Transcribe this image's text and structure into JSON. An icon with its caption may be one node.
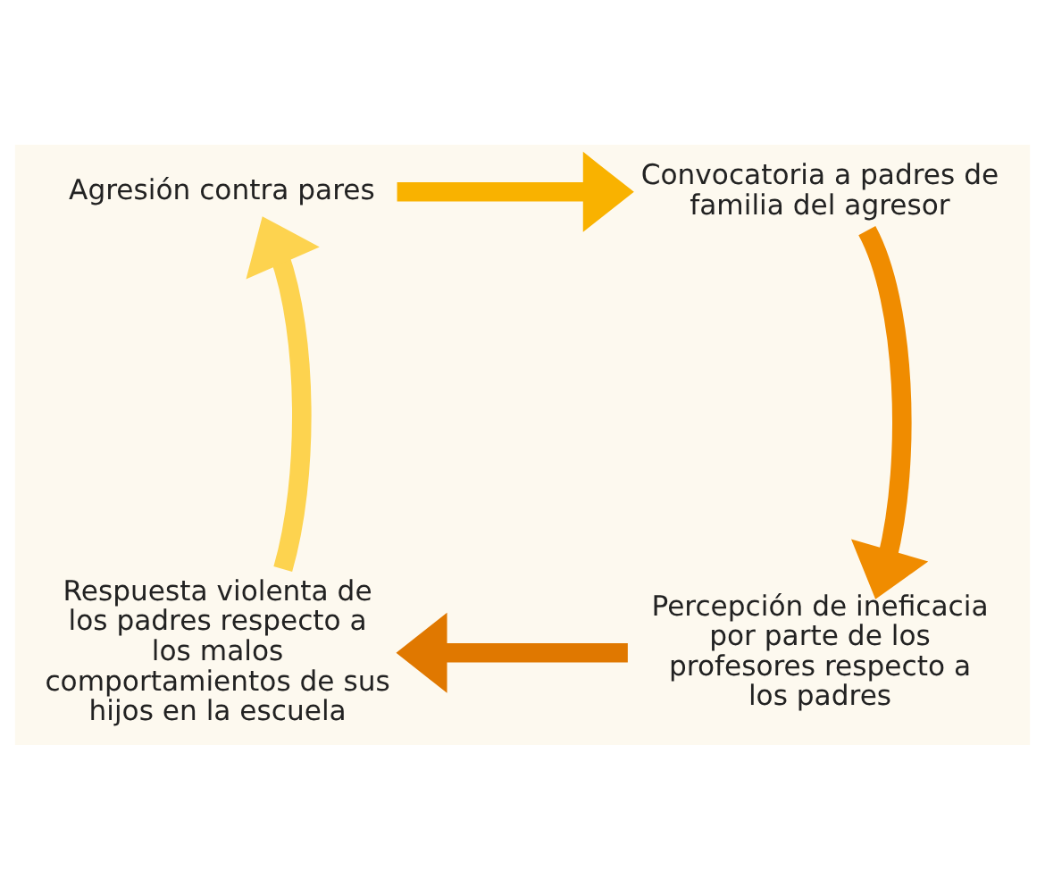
{
  "diagram": {
    "nodes": [
      {
        "text": [
          "Agresión contra pares"
        ]
      },
      {
        "text": [
          "Convocatoria a padres de familia del agresor"
        ]
      },
      {
        "text": [
          "Percepción de ineficacia por parte de los profesores respecto a los padres"
        ]
      },
      {
        "text": [
          "Respuesta violenta de los padres respecto a los malos comportamientos de sus hijos en la escuela"
        ]
      }
    ],
    "edges": [
      {
        "from": 0,
        "to": 1,
        "arrow": "to",
        "color": "#f9b200"
      },
      {
        "from": 1,
        "to": 2,
        "arrow": "to",
        "color": "#f08c00"
      },
      {
        "from": 2,
        "to": 3,
        "arrow": "to",
        "color": "#e07800"
      },
      {
        "from": 3,
        "to": 0,
        "arrow": "to",
        "color": "#fdd34f"
      }
    ]
  }
}
